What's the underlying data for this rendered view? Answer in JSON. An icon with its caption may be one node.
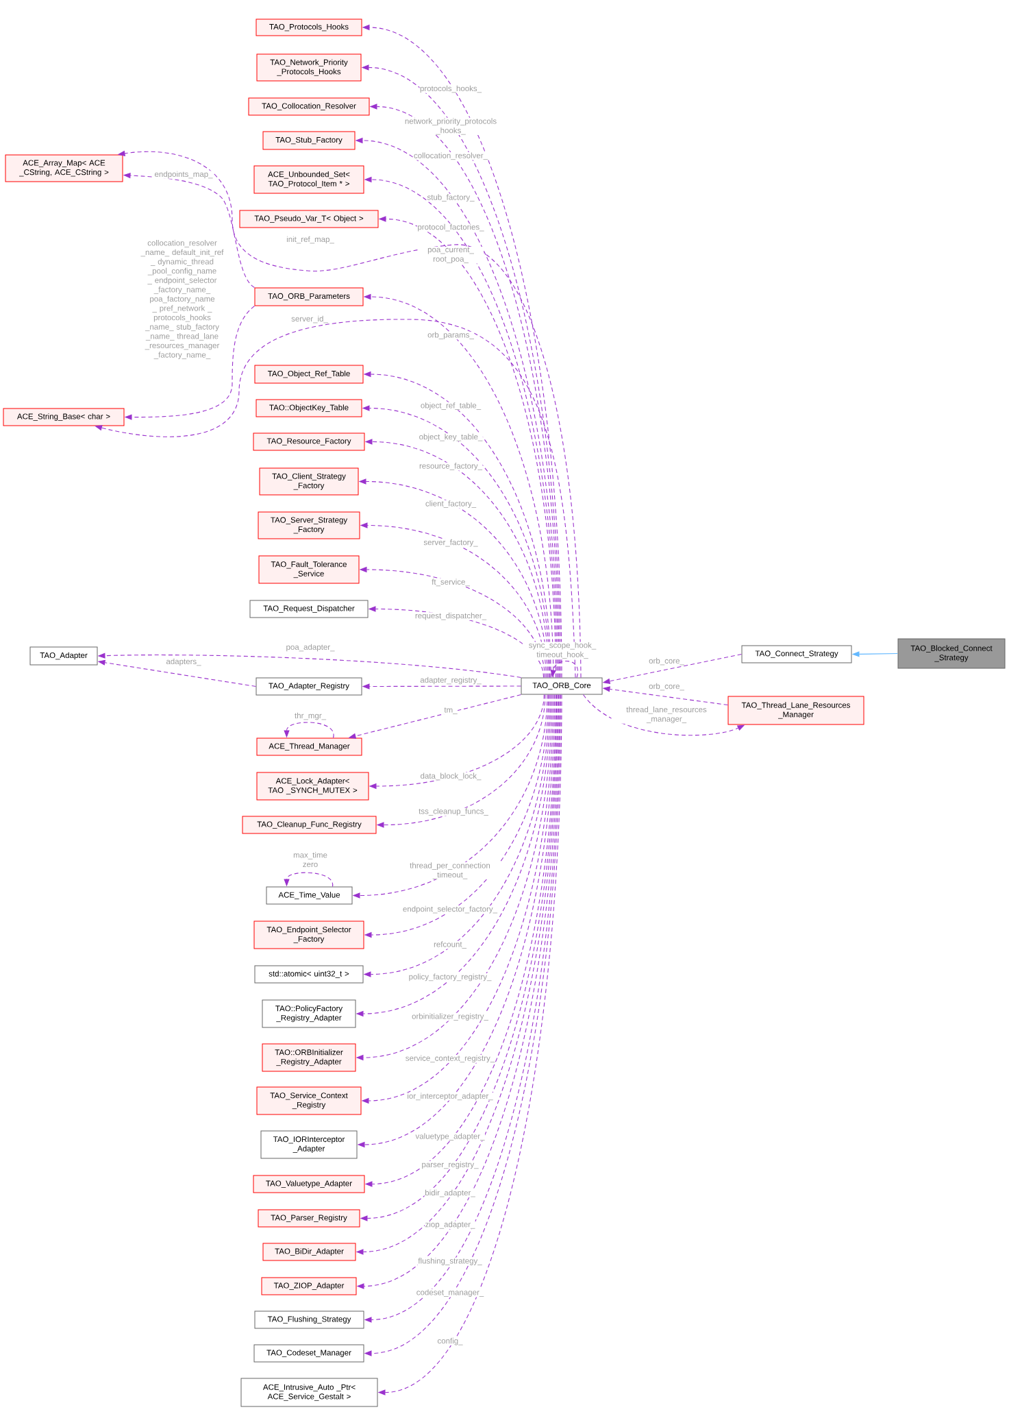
{
  "diagram": {
    "nodes": [
      {
        "text": [
          "TAO_Protocols_Hooks"
        ]
      },
      {
        "text": [
          "TAO_Network_Priority _Protocols_Hooks"
        ]
      },
      {
        "text": [
          "TAO_Collocation_Resolver"
        ]
      },
      {
        "text": [
          "TAO_Stub_Factory"
        ]
      },
      {
        "text": [
          "ACE_Unbounded_Set< TAO_Protocol_Item * >"
        ]
      },
      {
        "text": [
          "TAO_Pseudo_Var_T< Object >"
        ]
      },
      {
        "text": [
          "ACE_Array_Map< ACE _CString, ACE_CString >"
        ]
      },
      {
        "text": [
          "TAO_ORB_Parameters"
        ]
      },
      {
        "text": [
          "ACE_String_Base< char >"
        ]
      },
      {
        "text": [
          "TAO_Object_Ref_Table"
        ]
      },
      {
        "text": [
          "TAO::ObjectKey_Table"
        ]
      },
      {
        "text": [
          "TAO_Resource_Factory"
        ]
      },
      {
        "text": [
          "TAO_Client_Strategy _Factory"
        ]
      },
      {
        "text": [
          "TAO_Server_Strategy _Factory"
        ]
      },
      {
        "text": [
          "TAO_Fault_Tolerance _Service"
        ]
      },
      {
        "text": [
          "TAO_Request_Dispatcher"
        ]
      },
      {
        "text": [
          "TAO_Adapter"
        ]
      },
      {
        "text": [
          "TAO_Adapter_Registry"
        ]
      },
      {
        "text": [
          "TAO_ORB_Core"
        ]
      },
      {
        "text": [
          "ACE_Thread_Manager"
        ]
      },
      {
        "text": [
          "ACE_Lock_Adapter< TAO _SYNCH_MUTEX >"
        ]
      },
      {
        "text": [
          "TAO_Cleanup_Func_Registry"
        ]
      },
      {
        "text": [
          "ACE_Time_Value"
        ]
      },
      {
        "text": [
          "TAO_Endpoint_Selector _Factory"
        ]
      },
      {
        "text": [
          "std::atomic< uint32_t >"
        ]
      },
      {
        "text": [
          "TAO::PolicyFactory _Registry_Adapter"
        ]
      },
      {
        "text": [
          "TAO::ORBInitializer _Registry_Adapter"
        ]
      },
      {
        "text": [
          "TAO_Service_Context _Registry"
        ]
      },
      {
        "text": [
          "TAO_IORInterceptor _Adapter"
        ]
      },
      {
        "text": [
          "TAO_Valuetype_Adapter"
        ]
      },
      {
        "text": [
          "TAO_Parser_Registry"
        ]
      },
      {
        "text": [
          "TAO_BiDir_Adapter"
        ]
      },
      {
        "text": [
          "TAO_ZIOP_Adapter"
        ]
      },
      {
        "text": [
          "TAO_Flushing_Strategy"
        ]
      },
      {
        "text": [
          "TAO_Codeset_Manager"
        ]
      },
      {
        "text": [
          "ACE_Intrusive_Auto _Ptr< ACE_Service_Gestalt >"
        ]
      },
      {
        "text": [
          "TAO_Connect_Strategy"
        ]
      },
      {
        "text": [
          "TAO_Blocked_Connect _Strategy"
        ]
      },
      {
        "text": [
          "TAO_Thread_Lane_Resources _Manager"
        ]
      }
    ],
    "edges": [
      {
        "from": 18,
        "to": 0,
        "arrow": "to",
        "label": "protocols_hooks_",
        "style": "dashed"
      },
      {
        "from": 18,
        "to": 1,
        "arrow": "to",
        "label": "network_priority_protocols _hooks_",
        "style": "dashed"
      },
      {
        "from": 18,
        "to": 2,
        "arrow": "to",
        "label": "collocation_resolver_",
        "style": "dashed"
      },
      {
        "from": 18,
        "to": 3,
        "arrow": "to",
        "label": "stub_factory_",
        "style": "dashed"
      },
      {
        "from": 18,
        "to": 4,
        "arrow": "to",
        "label": "protocol_factories_",
        "style": "dashed"
      },
      {
        "from": 18,
        "to": 5,
        "arrow": "to",
        "label": "poa_current_ root_poa_",
        "style": "dashed"
      },
      {
        "from": 18,
        "to": 6,
        "arrow": "to",
        "label": "init_ref_map_",
        "style": "dashed"
      },
      {
        "from": 7,
        "to": 6,
        "arrow": "to",
        "label": "endpoints_map_",
        "style": "dashed"
      },
      {
        "from": 18,
        "to": 7,
        "arrow": "to",
        "label": "orb_params_",
        "style": "dashed"
      },
      {
        "from": 7,
        "to": 8,
        "arrow": "to",
        "label": "collocation_resolver _name_ default_init_ref _ dynamic_thread _pool_config_name _ endpoint_selector _factory_name_ poa_factory_name _ pref_network _ protocols_hooks _name_ stub_factory _name_ thread_lane _resources_manager _factory_name_",
        "style": "dashed"
      },
      {
        "from": 18,
        "to": 8,
        "arrow": "to",
        "label": "server_id_",
        "style": "dashed"
      },
      {
        "from": 18,
        "to": 9,
        "arrow": "to",
        "label": "object_ref_table_",
        "style": "dashed"
      },
      {
        "from": 18,
        "to": 10,
        "arrow": "to",
        "label": "object_key_table_",
        "style": "dashed"
      },
      {
        "from": 18,
        "to": 11,
        "arrow": "to",
        "label": "resource_factory_",
        "style": "dashed"
      },
      {
        "from": 18,
        "to": 12,
        "arrow": "to",
        "label": "client_factory_",
        "style": "dashed"
      },
      {
        "from": 18,
        "to": 13,
        "arrow": "to",
        "label": "server_factory_",
        "style": "dashed"
      },
      {
        "from": 18,
        "to": 14,
        "arrow": "to",
        "label": "ft_service_",
        "style": "dashed"
      },
      {
        "from": 18,
        "to": 15,
        "arrow": "to",
        "label": "request_dispatcher_",
        "style": "dashed"
      },
      {
        "from": 18,
        "to": 16,
        "arrow": "to",
        "label": "poa_adapter_",
        "style": "dashed"
      },
      {
        "from": 17,
        "to": 16,
        "arrow": "to",
        "label": "adapters_",
        "style": "dashed"
      },
      {
        "from": 18,
        "to": 17,
        "arrow": "to",
        "label": "adapter_registry_",
        "style": "dashed"
      },
      {
        "from": 18,
        "to": 18,
        "arrow": "to",
        "label": "sync_scope_hook_ timeout_hook_",
        "style": "dashed"
      },
      {
        "from": 18,
        "to": 19,
        "arrow": "to",
        "label": "tm_",
        "style": "dashed"
      },
      {
        "from": 19,
        "to": 19,
        "arrow": "to",
        "label": "thr_mgr_",
        "style": "dashed"
      },
      {
        "from": 18,
        "to": 20,
        "arrow": "to",
        "label": "data_block_lock_",
        "style": "dashed"
      },
      {
        "from": 18,
        "to": 21,
        "arrow": "to",
        "label": "tss_cleanup_funcs_",
        "style": "dashed"
      },
      {
        "from": 18,
        "to": 22,
        "arrow": "to",
        "label": "thread_per_connection _timeout_",
        "style": "dashed"
      },
      {
        "from": 22,
        "to": 22,
        "arrow": "to",
        "label": "max_time zero",
        "style": "dashed"
      },
      {
        "from": 18,
        "to": 23,
        "arrow": "to",
        "label": "endpoint_selector_factory_",
        "style": "dashed"
      },
      {
        "from": 18,
        "to": 24,
        "arrow": "to",
        "label": "refcount_",
        "style": "dashed"
      },
      {
        "from": 18,
        "to": 25,
        "arrow": "to",
        "label": "policy_factory_registry_",
        "style": "dashed"
      },
      {
        "from": 18,
        "to": 26,
        "arrow": "to",
        "label": "orbinitializer_registry_",
        "style": "dashed"
      },
      {
        "from": 18,
        "to": 27,
        "arrow": "to",
        "label": "service_context_registry_",
        "style": "dashed"
      },
      {
        "from": 18,
        "to": 28,
        "arrow": "to",
        "label": "ior_interceptor_adapter_",
        "style": "dashed"
      },
      {
        "from": 18,
        "to": 29,
        "arrow": "to",
        "label": "valuetype_adapter_",
        "style": "dashed"
      },
      {
        "from": 18,
        "to": 30,
        "arrow": "to",
        "label": "parser_registry_",
        "style": "dashed"
      },
      {
        "from": 18,
        "to": 31,
        "arrow": "to",
        "label": "bidir_adapter_",
        "style": "dashed"
      },
      {
        "from": 18,
        "to": 32,
        "arrow": "to",
        "label": "ziop_adapter_",
        "style": "dashed"
      },
      {
        "from": 18,
        "to": 33,
        "arrow": "to",
        "label": "flushing_strategy_",
        "style": "dashed"
      },
      {
        "from": 18,
        "to": 34,
        "arrow": "to",
        "label": "codeset_manager_",
        "style": "dashed"
      },
      {
        "from": 18,
        "to": 35,
        "arrow": "to",
        "label": "config_",
        "style": "dashed"
      },
      {
        "from": 36,
        "to": 18,
        "arrow": "to",
        "label": "orb_core_",
        "style": "dashed"
      },
      {
        "from": 38,
        "to": 18,
        "arrow": "to",
        "label": "orb_core_",
        "style": "dashed"
      },
      {
        "from": 18,
        "to": 38,
        "arrow": "to",
        "label": "thread_lane_resources _manager_",
        "style": "dashed"
      },
      {
        "from": 37,
        "to": 36,
        "arrow": "to",
        "color": "#63b8ff"
      }
    ]
  }
}
